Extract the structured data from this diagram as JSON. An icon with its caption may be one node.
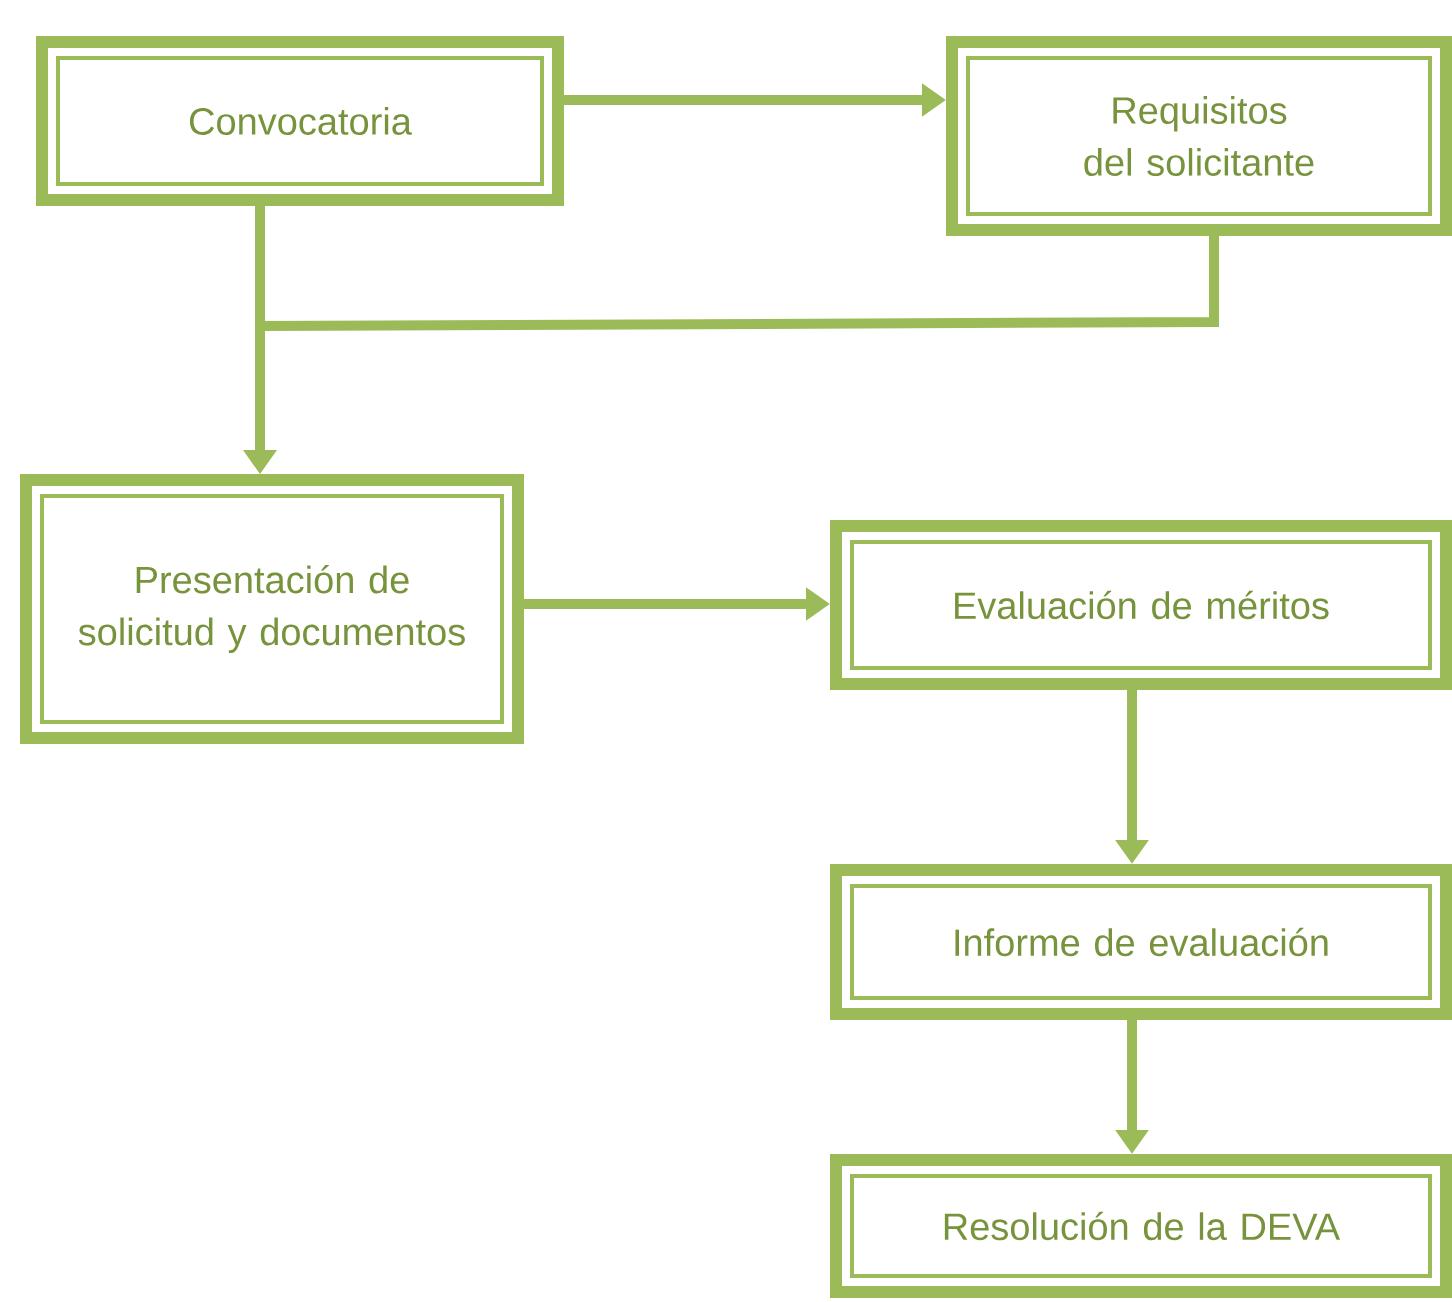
{
  "diagram": {
    "nodes": [
      {
        "text": [
          "Convocatoria"
        ]
      },
      {
        "text": [
          "Requisitos del solicitante"
        ]
      },
      {
        "text": [
          "Presentación de solicitud y documentos"
        ]
      },
      {
        "text": [
          "Evaluación de méritos"
        ]
      },
      {
        "text": [
          "Informe de evaluación"
        ]
      },
      {
        "text": [
          "Resolución de la DEVA"
        ]
      }
    ],
    "edges": [
      {
        "from": 0,
        "to": 1,
        "arrow": "to"
      },
      {
        "from": 1,
        "to": 2,
        "arrow": "to"
      },
      {
        "from": 0,
        "to": 2,
        "arrow": "to"
      },
      {
        "from": 2,
        "to": 3,
        "arrow": "to"
      },
      {
        "from": 3,
        "to": 4,
        "arrow": "to"
      },
      {
        "from": 4,
        "to": 5,
        "arrow": "to"
      }
    ]
  }
}
